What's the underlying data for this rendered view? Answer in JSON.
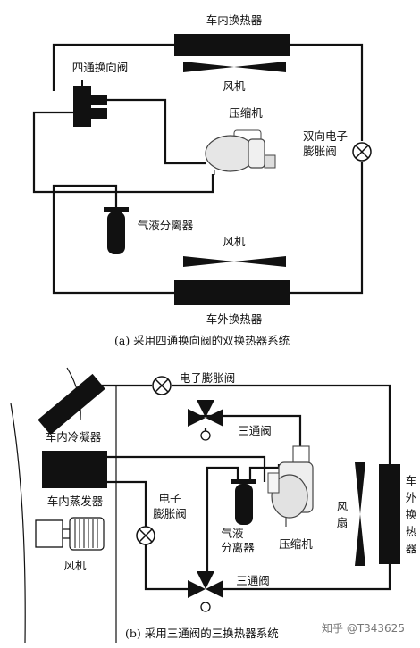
{
  "diagram_a": {
    "indoor_hx": "车内换热器",
    "fan_top": "风机",
    "four_way_valve": "四通换向阀",
    "compressor": "压缩机",
    "bidir_exp_valve_line1": "双向电子",
    "bidir_exp_valve_line2": "膨胀阀",
    "separator": "气液分离器",
    "fan_bottom": "风机",
    "outdoor_hx": "车外换热器",
    "caption": "(a)  采用四通换向阀的双换热器系统"
  },
  "diagram_b": {
    "exp_valve_top": "电子膨胀阀",
    "indoor_condenser": "车内冷凝器",
    "three_way_top": "三通阀",
    "indoor_evaporator": "车内蒸发器",
    "exp_valve_left_line1": "电子",
    "exp_valve_left_line2": "膨胀阀",
    "separator_line1": "气液",
    "separator_line2": "分离器",
    "compressor": "压缩机",
    "fan_right_line1": "风",
    "fan_right_line2": "扇",
    "outdoor_hx_chars": [
      "车",
      "外",
      "换",
      "热",
      "器"
    ],
    "fan_left": "风机",
    "three_way_bottom": "三通阀",
    "caption": "(b)  采用三通阀的三换热器系统"
  },
  "watermark": "知乎 @T343625"
}
